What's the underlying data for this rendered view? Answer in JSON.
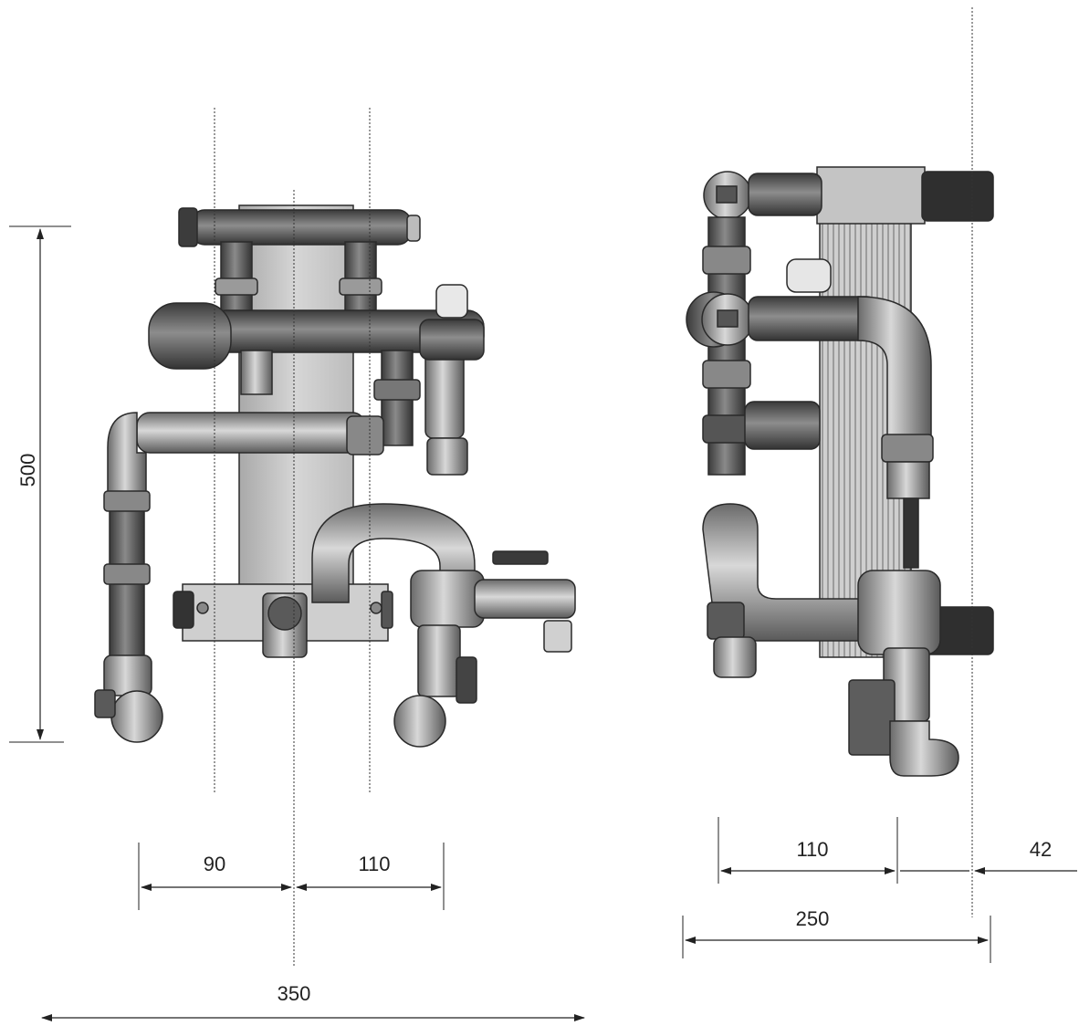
{
  "dimensions": {
    "height_left": "500",
    "left_offset": "90",
    "right_offset": "110",
    "overall_width": "350",
    "side_depth_inner": "110",
    "side_depth_edge": "42",
    "side_depth_total": "250"
  },
  "colors": {
    "line": "#222222",
    "pipe_dark": "#5e5e5e",
    "pipe_light": "#b9b9b9",
    "plate": "#c8c8c8",
    "background": "#ffffff"
  }
}
